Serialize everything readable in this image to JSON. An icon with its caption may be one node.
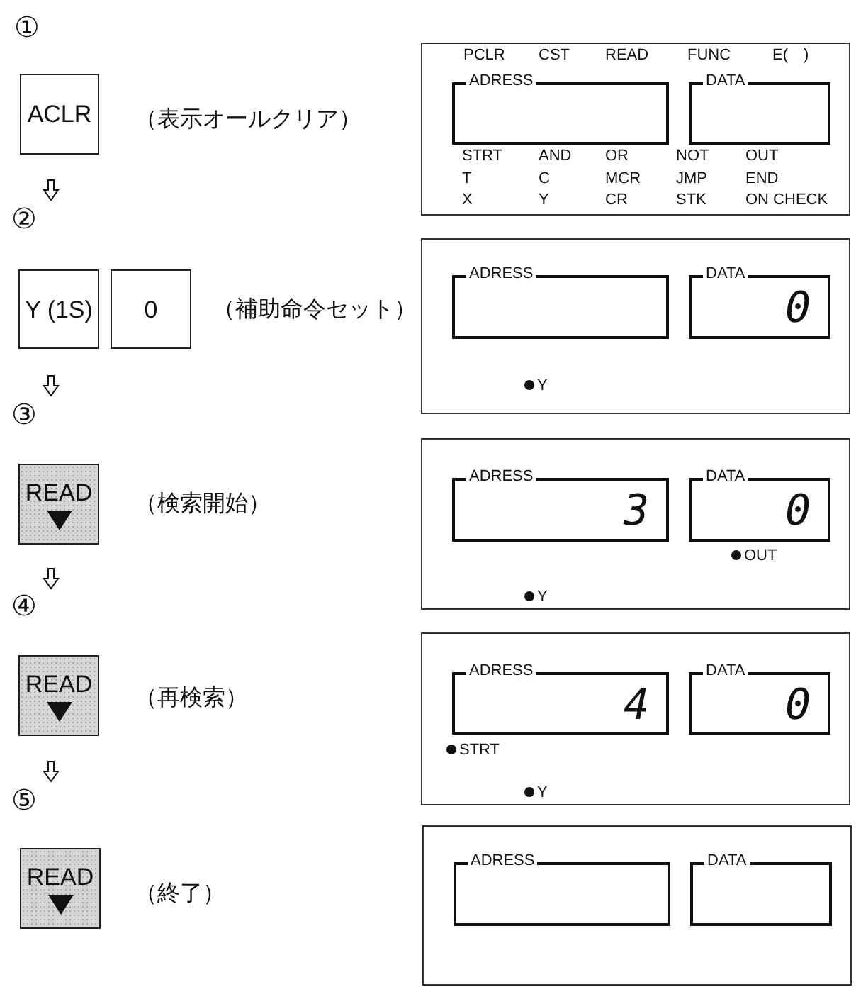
{
  "diagram": {
    "nodes": [
      {
        "text": [
          "ACLR"
        ],
        "beside": [
          "（表示オールクリア）"
        ]
      },
      {
        "text": [],
        "shape": "box"
      },
      {
        "text": [
          "ADRESS"
        ],
        "in": 1
      },
      {
        "text": [
          "DATA"
        ],
        "in": 1
      },
      {
        "text": [
          "Y (1S)"
        ]
      },
      {
        "text": [
          "0"
        ],
        "beside": [
          "（補助命令セット）"
        ]
      },
      {
        "text": [],
        "shape": "box"
      },
      {
        "text": [
          "ADRESS"
        ],
        "in": 6
      },
      {
        "text": [
          "DATA",
          "0"
        ],
        "in": 6
      },
      {
        "text": [
          "READ"
        ],
        "beside": [
          "（検索開始）"
        ]
      },
      {
        "text": [],
        "shape": "box"
      },
      {
        "text": [
          "ADRESS",
          "3"
        ],
        "in": 10
      },
      {
        "text": [
          "DATA",
          "0"
        ],
        "in": 10
      },
      {
        "text": [
          "READ"
        ],
        "beside": [
          "（再検索）"
        ]
      },
      {
        "text": [],
        "shape": "box"
      },
      {
        "text": [
          "ADRESS",
          "4"
        ],
        "in": 14
      },
      {
        "text": [
          "DATA",
          "0"
        ],
        "in": 14
      },
      {
        "text": [
          "READ"
        ],
        "beside": [
          "（終了）"
        ]
      },
      {
        "text": [],
        "shape": "box"
      },
      {
        "text": [
          "ADRESS"
        ],
        "in": 18
      },
      {
        "text": [
          "DATA"
        ],
        "in": 18
      }
    ],
    "labels": [
      "①",
      "PCLR",
      "CST",
      "READ",
      "FUNC",
      "E(　)",
      "STRT",
      "AND",
      "OR",
      "NOT",
      "OUT",
      "T",
      "C",
      "MCR",
      "JMP",
      "END",
      "X",
      "Y",
      "CR",
      "STK",
      "ON CHECK",
      "②",
      "Y",
      "③",
      "OUT",
      "Y",
      "④",
      "STRT",
      "Y",
      "⑤"
    ]
  }
}
